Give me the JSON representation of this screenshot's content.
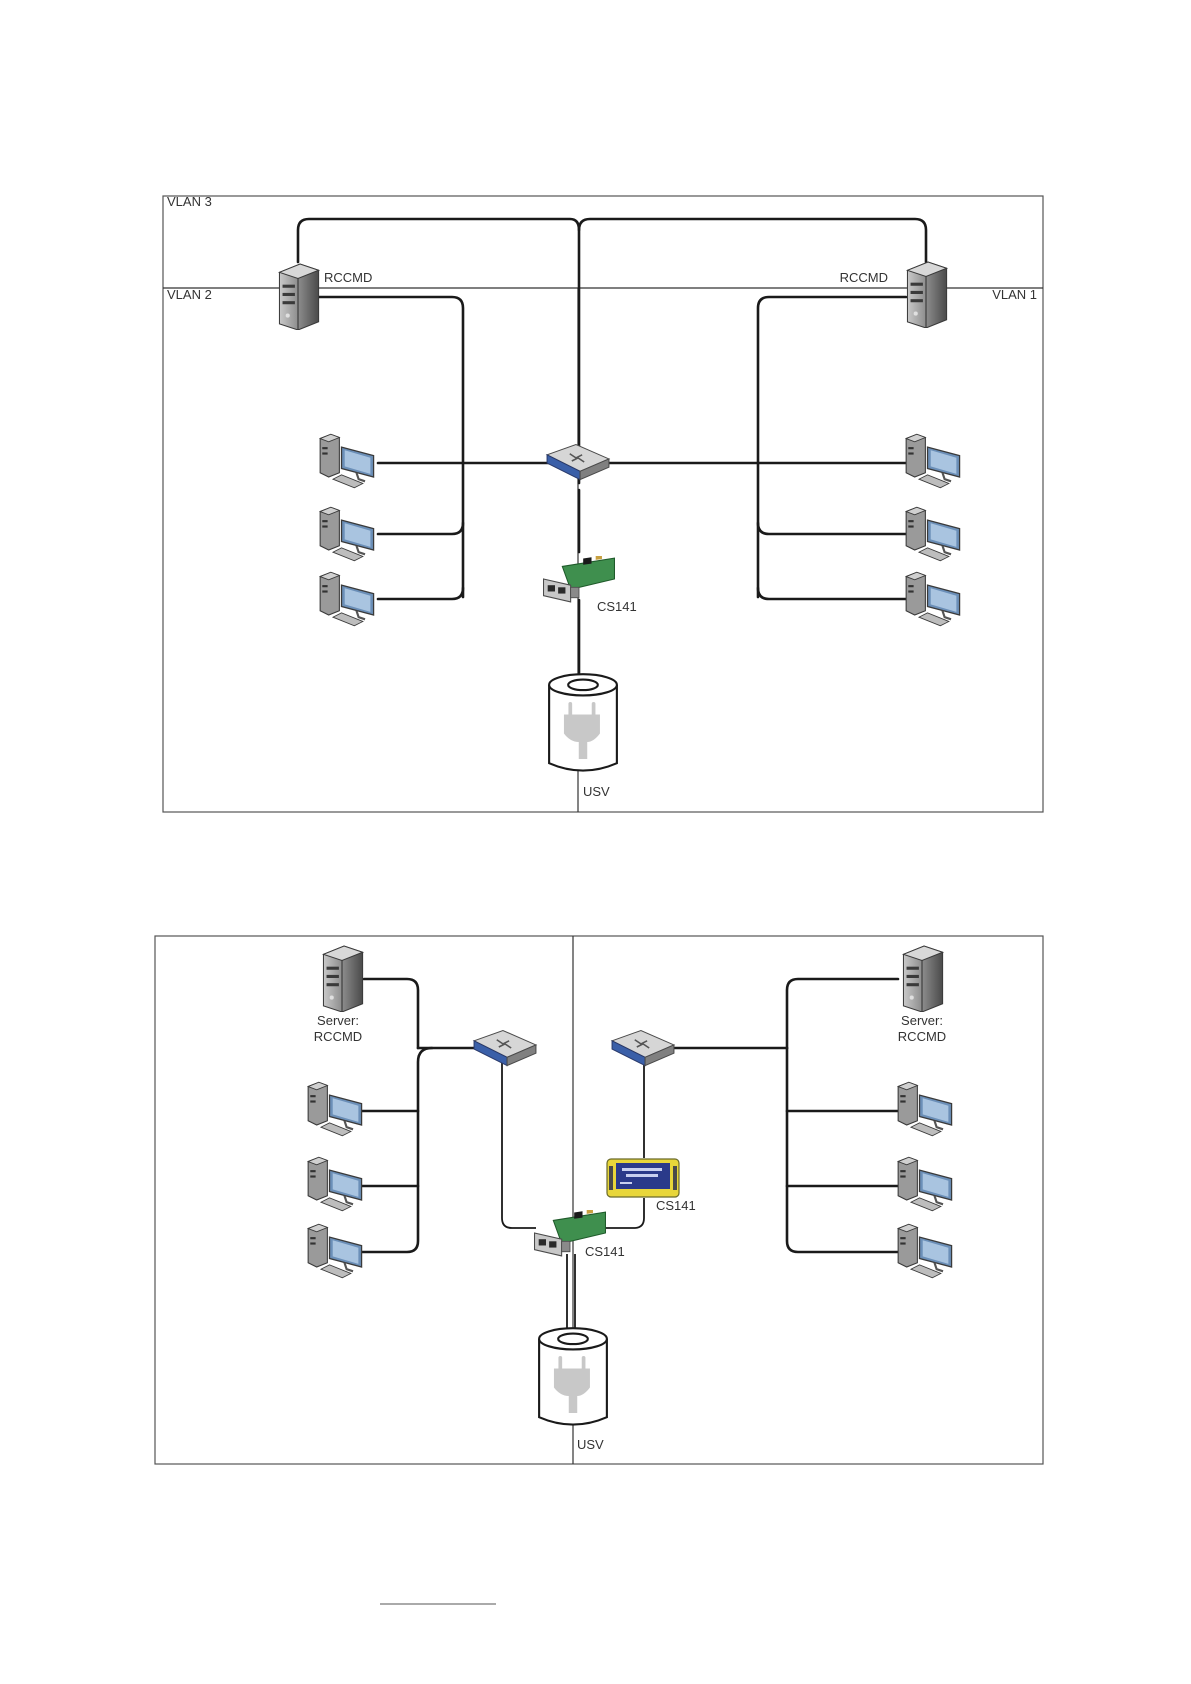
{
  "diagram1": {
    "vlan3": "VLAN 3",
    "vlan2": "VLAN 2",
    "vlan1": "VLAN 1",
    "rccmd_left": "RCCMD",
    "rccmd_right": "RCCMD",
    "cs141": "CS141",
    "usv": "USV"
  },
  "diagram2": {
    "server_left": [
      "Server:",
      "RCCMD"
    ],
    "server_right": [
      "Server:",
      "RCCMD"
    ],
    "cs141_display": "CS141",
    "cs141_card": "CS141",
    "usv": "USV"
  },
  "colors": {
    "line": "#1a1a1a",
    "frame": "#555555",
    "card_pcb": "#3f8f4e",
    "display_yellow": "#e8d63a",
    "display_screen": "#2a3a8a",
    "switch_blue": "#3a5fa8",
    "monitor_blue": "#6b8fb8"
  },
  "icons": [
    "server-icon",
    "workstation-icon",
    "network-switch-icon",
    "network-card-icon",
    "ups-icon",
    "display-module-icon"
  ]
}
